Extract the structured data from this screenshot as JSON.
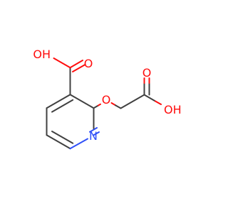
{
  "labels": {
    "oh_top": "OH",
    "o_top": "O",
    "o_ether": "O",
    "o_right": "O",
    "oh_right": "OH",
    "n_ring": "N"
  },
  "colors": {
    "bond": "#404040",
    "oxygen": "#ff0d0d",
    "nitrogen": "#3050f8",
    "background": "#ffffff"
  }
}
